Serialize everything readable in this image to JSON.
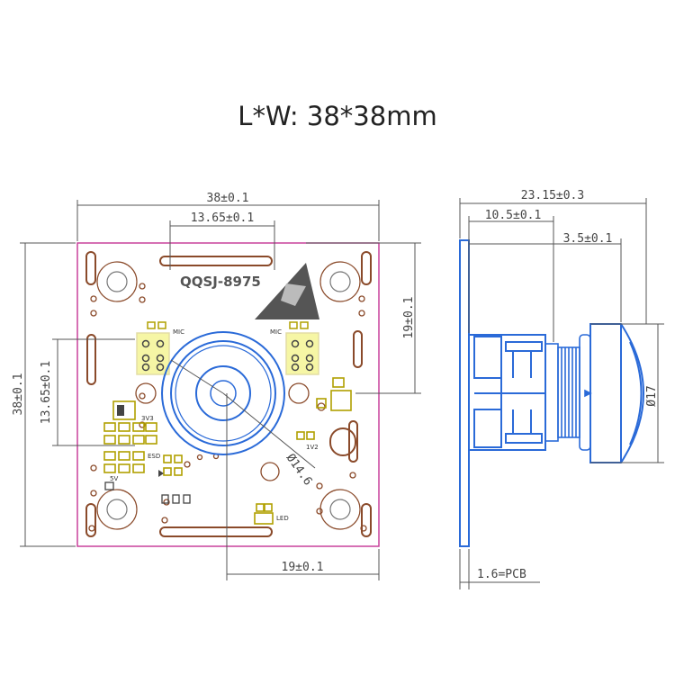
{
  "title": "L*W: 38*38mm",
  "board": {
    "model": "QQSJ-8975",
    "labels": {
      "mic": "MIC",
      "v33": "3V3",
      "v5": "5V",
      "esd": "ESD",
      "v12": "1V2",
      "led": "LED"
    }
  },
  "front_dims": {
    "top_width": "38±0.1",
    "top_inner": "13.65±0.1",
    "left_height": "38±0.1",
    "left_inner": "13.65±0.1",
    "right_height": "19±0.1",
    "bottom_width": "19±0.1",
    "lens_diameter": "Ø14.6"
  },
  "side_dims": {
    "total_depth": "23.15±0.3",
    "mid_depth": "10.5±0.1",
    "lens_depth": "3.5±0.1",
    "lens_diameter": "Ø17",
    "pcb_thickness": "1.6=PCB"
  },
  "colors": {
    "outline": "#c8409c",
    "pad": "#8a4a2a",
    "component": "#e6e600",
    "lens": "#2a6ad8",
    "dim_line": "#555555"
  }
}
